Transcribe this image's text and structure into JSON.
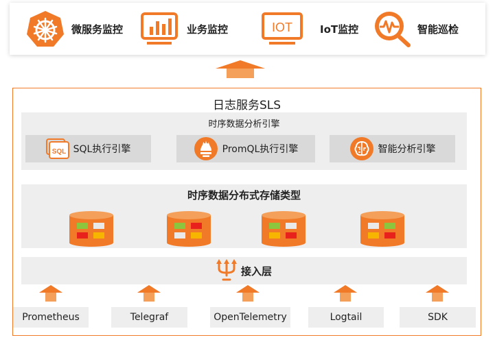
{
  "top_bar": {
    "items": [
      {
        "label": "微服务监控",
        "icon": "kubernetes-icon"
      },
      {
        "label": "业务监控",
        "icon": "bar-chart-monitor-icon"
      },
      {
        "label": "IoT监控",
        "icon": "iot-monitor-icon",
        "icon_text": "IOT"
      },
      {
        "label": "智能巡检",
        "icon": "magnifier-pulse-icon"
      }
    ]
  },
  "main": {
    "title": "日志服务SLS",
    "engine_section": {
      "title": "时序数据分析引擎",
      "engines": [
        {
          "label": "SQL执行引擎",
          "icon": "sql-icon",
          "icon_text": "SQL"
        },
        {
          "label": "PromQL执行引擎",
          "icon": "prometheus-icon"
        },
        {
          "label": "智能分析引擎",
          "icon": "brain-icon"
        }
      ]
    },
    "storage_section": {
      "title": "时序数据分布式存储类型",
      "databases": [
        {
          "icon": "database-icon"
        },
        {
          "icon": "database-icon"
        },
        {
          "icon": "database-icon"
        },
        {
          "icon": "database-icon"
        }
      ]
    },
    "access_layer": {
      "label": "接入层",
      "icon": "access-fork-icon"
    },
    "sources": [
      "Prometheus",
      "Telegraf",
      "OpenTelemetry",
      "Logtail",
      "SDK"
    ]
  },
  "colors": {
    "accent": "#f07a28",
    "accent_light": "#f5a05a",
    "panel_gray": "#eeeeee",
    "engine_gray": "#d9d9d9",
    "db_green": "#8cc63e",
    "db_red": "#e8211d",
    "db_yellow": "#f8b500",
    "db_white": "#e9e9e9"
  }
}
